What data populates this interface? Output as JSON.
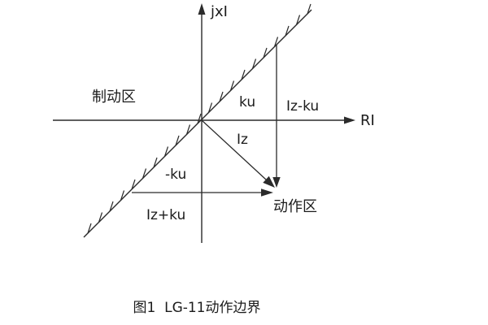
{
  "labels": {
    "y_axis": "jxI",
    "x_axis": "RI",
    "restraint_region": "制动区",
    "operation_region": "动作区",
    "ku": "ku",
    "iz_minus_ku": "Iz-ku",
    "iz": "Iz",
    "neg_ku": "-ku",
    "iz_plus_ku": "Iz+ku"
  },
  "caption": "图1  LG-11动作边界",
  "colors": {
    "line": "#2b2b2b",
    "text": "#1b1b1b",
    "background": "#ffffff"
  }
}
